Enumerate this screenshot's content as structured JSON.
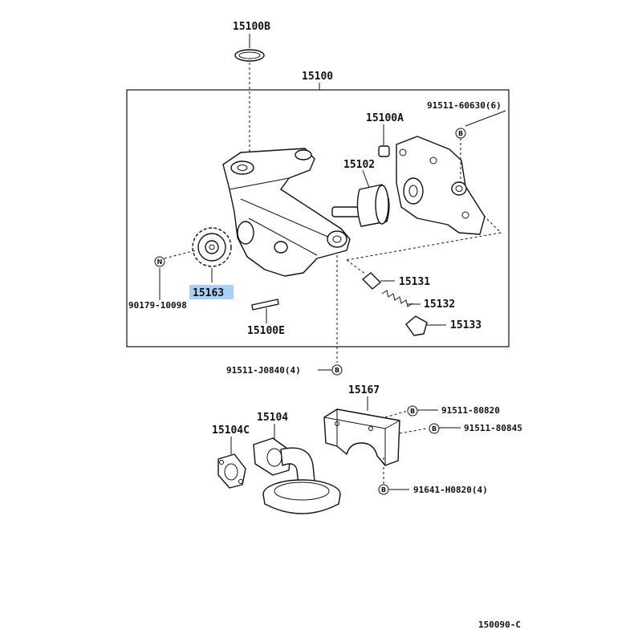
{
  "diagram": {
    "labels": {
      "oring": "15100B",
      "assembly": "15100",
      "plug_15100a": "15100A",
      "bolt_60630": "91511-60630(6)",
      "rotor": "15102",
      "sprocket": "15163",
      "nut_code": "90179-10098",
      "pin": "15100E",
      "valve": "15131",
      "spring": "15132",
      "plug": "15133",
      "bolt_j0840": "91511-J0840(4)",
      "baffle": "15167",
      "bolt_80820": "91511-80820",
      "bolt_80845": "91511-80845",
      "strainer": "15104",
      "gasket": "15104C",
      "bolt_h0820": "91641-H0820(4)",
      "diagram_code": "150090-C"
    },
    "markers": {
      "b": "B",
      "n": "N"
    },
    "highlight_part": "15163",
    "highlight_color": "#a9cff7"
  }
}
